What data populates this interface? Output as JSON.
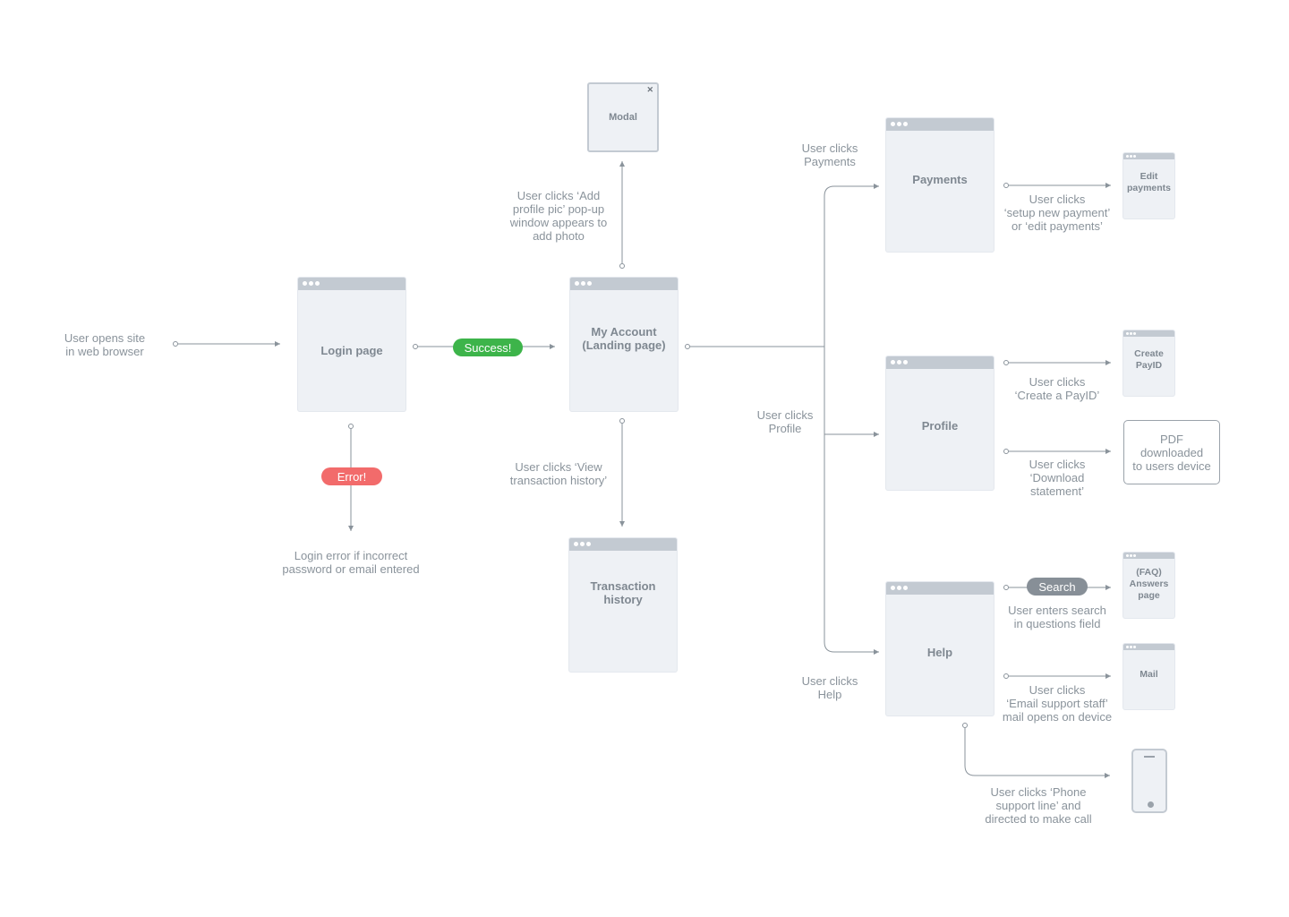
{
  "screens": {
    "login": "Login page",
    "account": "My Account\n(Landing page)",
    "transactions": "Transaction\nhistory",
    "payments": "Payments",
    "profile": "Profile",
    "help": "Help",
    "edit_payments": "Edit\npayments",
    "create_payid": "Create\nPayID",
    "faq": "(FAQ)\nAnswers\npage",
    "mail": "Mail"
  },
  "modal": {
    "title": "Modal",
    "close_glyph": "✕"
  },
  "pdf_box": "PDF\ndownloaded\nto users device",
  "pills": {
    "success": "Success!",
    "error": "Error!",
    "search": "Search"
  },
  "labels": {
    "opens_site": "User opens site\nin web browser",
    "login_error": "Login error if incorrect\npassword or email entered",
    "add_pic": "User clicks ‘Add\nprofile pic’ pop-up\nwindow appears to\nadd photo",
    "view_history": "User clicks ‘View\ntransaction history’",
    "clicks_payments": "User clicks\nPayments",
    "clicks_profile": "User clicks\nProfile",
    "clicks_help": "User clicks\nHelp",
    "setup_payment": "User clicks\n‘setup new payment’\nor ‘edit payments’",
    "create_payid": "User clicks\n‘Create a PayID’",
    "download": "User clicks\n‘Download\nstatement’",
    "search": "User enters search\nin questions field",
    "email_support": "User clicks\n‘Email support staff’\nmail opens on device",
    "phone": "User clicks ‘Phone\nsupport line’ and\ndirected to make call"
  },
  "colors": {
    "success": "#3db44a",
    "error": "#f26b6b",
    "search": "#878f97",
    "line": "#8a939b"
  }
}
